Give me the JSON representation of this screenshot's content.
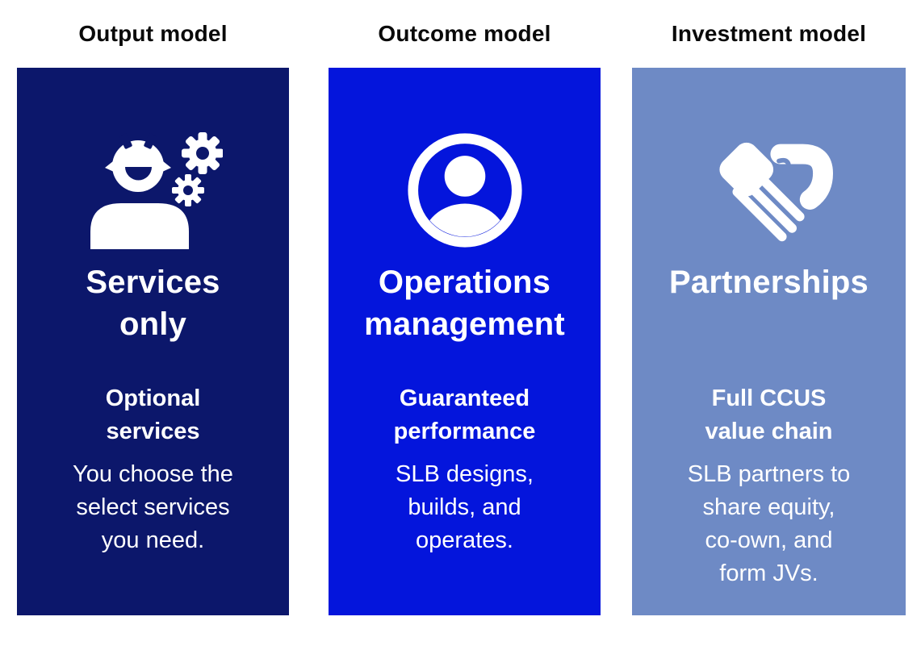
{
  "figure": {
    "background": "#FFFFFF",
    "header_text_color": "#0A0A0A",
    "card_text_color": "#FFFFFF",
    "columns": [
      {
        "header": "Output model",
        "color": "#0C176B",
        "icon": "worker-with-gears-icon",
        "title": "Services\nonly",
        "subtitle": "Optional\nservices",
        "body": "You choose the\nselect services\nyou need."
      },
      {
        "header": "Outcome model",
        "color": "#0415DC",
        "icon": "user-circle-icon",
        "title": "Operations\nmanagement",
        "subtitle": "Guaranteed\nperformance",
        "body": "SLB designs,\nbuilds, and\noperates."
      },
      {
        "header": "Investment model",
        "color": "#6E8AC5",
        "icon": "handshake-icon",
        "title": "Partnerships",
        "subtitle": "Full CCUS\nvalue chain",
        "body": "SLB  partners to\nshare equity,\nco-own, and\nform JVs."
      }
    ]
  }
}
